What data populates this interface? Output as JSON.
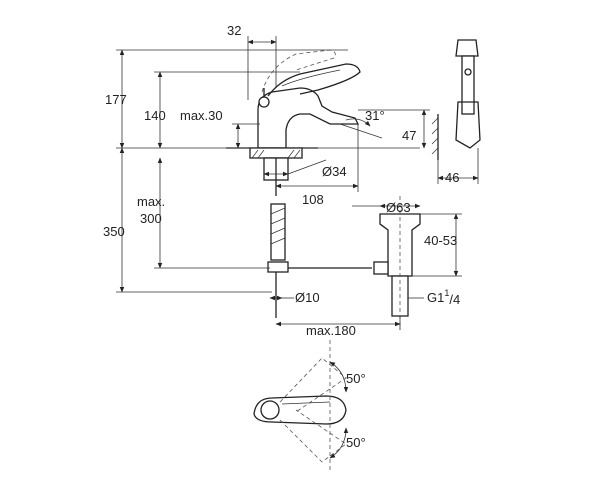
{
  "dimensions": {
    "top_width": "32",
    "height_total": "177",
    "height_spout": "140",
    "max_lift": "max.30",
    "spout_angle": "31°",
    "spout_drop": "47",
    "hole_diameter": "Ø34",
    "reach": "108",
    "max_label": "max.",
    "max_depth": "300",
    "total_height": "350",
    "drain_diameter": "Ø63",
    "drain_range": "40-53",
    "thread_main": "G1",
    "thread_sup": "1",
    "thread_sub": "/4",
    "rod_diameter": "Ø10",
    "max_offset": "max.180",
    "holder_width": "46",
    "rotation_top": "50°",
    "rotation_bottom": "50°"
  }
}
